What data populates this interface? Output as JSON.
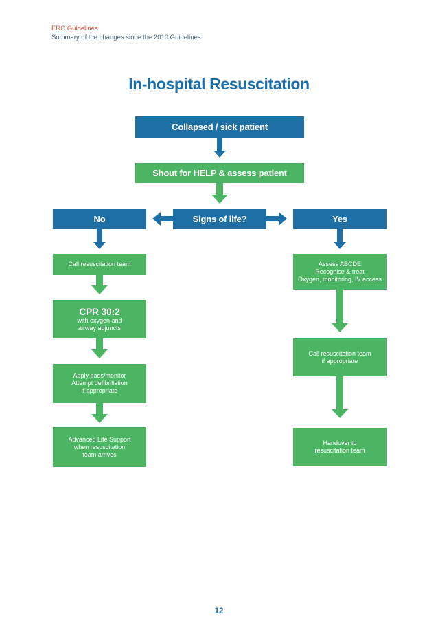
{
  "document": {
    "eyebrow": "ERC Guidelines",
    "subtitle": "Summary of the changes since the 2010 Guidelines",
    "page_number": "12"
  },
  "title": "In-hospital Resuscitation",
  "colors": {
    "flow_blue": "#1e6fa5",
    "flow_green": "#4bb563",
    "accent_red": "#dc4a3d",
    "subtitle_text": "#44607c",
    "box_text": "#ffffff"
  },
  "flowchart": {
    "collapsed": "Collapsed / sick patient",
    "shout": "Shout for HELP & assess patient",
    "signs_of_life": "Signs of life?",
    "no_label": "No",
    "yes_label": "Yes",
    "no_branch": {
      "call_team": "Call resuscitation team",
      "cpr_heading": "CPR 30:2",
      "cpr_detail": "with oxygen and\nairway adjuncts",
      "pads": "Apply pads/monitor\nAttempt defibrillation\nif appropriate",
      "als": "Advanced Life Support\nwhen resuscitation\nteam arrives"
    },
    "yes_branch": {
      "abcde": "Assess ABCDE\nRecognise & treat\nOxygen, monitoring, IV access",
      "call_team_if": "Call resuscitation team\nif appropriate",
      "handover": "Handover to\nresuscitation team"
    }
  }
}
